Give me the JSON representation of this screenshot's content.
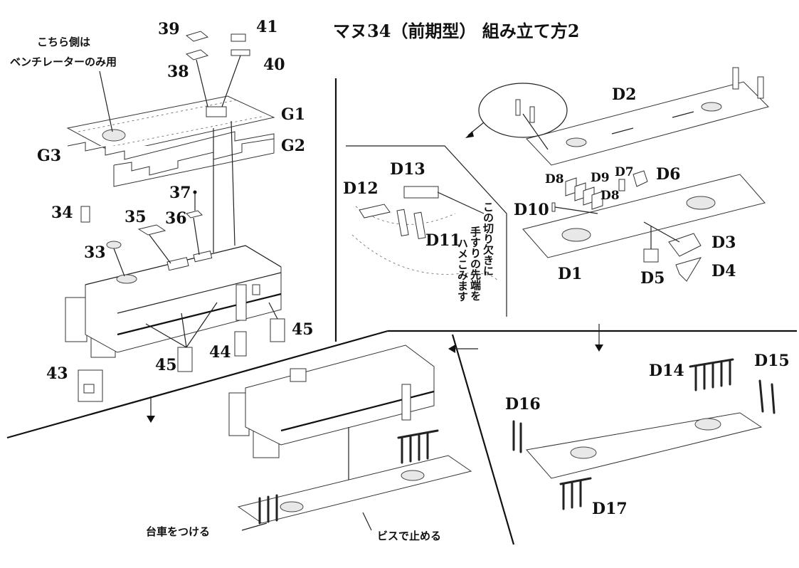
{
  "title": "マヌ34（前期型） 組み立て方2",
  "labels": {
    "p33": "33",
    "p34": "34",
    "p35": "35",
    "p36": "36",
    "p37": "37",
    "p38": "38",
    "p39": "39",
    "p40": "40",
    "p41": "41",
    "p43": "43",
    "p44": "44",
    "p45a": "45",
    "p45b": "45",
    "G1": "G1",
    "G2": "G2",
    "G3": "G3",
    "D1": "D1",
    "D2": "D2",
    "D3": "D3",
    "D4": "D4",
    "D5": "D5",
    "D6": "D6",
    "D7": "D7",
    "D8a": "D8",
    "D8b": "D8",
    "D9": "D9",
    "D10": "D10",
    "D11": "D11",
    "D12": "D12",
    "D13": "D13",
    "D14": "D14",
    "D15": "D15",
    "D16": "D16",
    "D17": "D17"
  },
  "notes": {
    "side_line1": "こちら側は",
    "side_line2": "ベンチレーターのみ用",
    "v_col1": "この切り欠きに",
    "v_col2": "手すりの先端を",
    "v_col3": "ハメこみます",
    "bogie": "台車をつける",
    "screw": "ビスで止める"
  },
  "arrows": {
    "glyph": "←",
    "glyph_down": "↓"
  }
}
